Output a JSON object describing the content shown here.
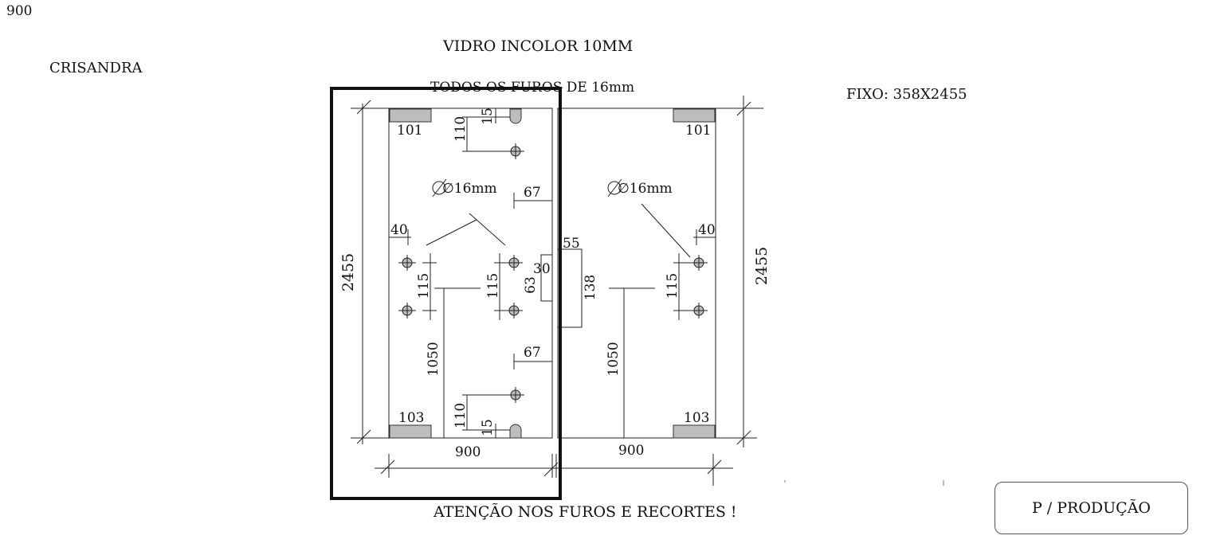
{
  "header": {
    "corner_number": "900",
    "client": "CRISANDRA",
    "glass": "VIDRO INCOLOR 10MM",
    "holes_note": "TODOS OS FUROS DE 16mm",
    "fixed": "FIXO: 358X2455"
  },
  "drawing": {
    "left_panel": {
      "height_label": "2455",
      "width_label": "900",
      "top_pad": "101",
      "bottom_pad": "103",
      "hinge_top_spacing": "110",
      "hinge_top_edge": "15",
      "hinge_bottom_spacing": "110",
      "hinge_bottom_edge": "15",
      "hole_diameter": "∅16mm",
      "offset_67_top": "67",
      "offset_67_bottom": "67",
      "edge_40": "40",
      "handle_spacing_left": "115",
      "handle_spacing_mid": "115",
      "handle_height": "1050",
      "notch_depth": "30",
      "notch_height": "63"
    },
    "center": {
      "notch_width": "55",
      "notch_height": "138"
    },
    "right_panel": {
      "height_label": "2455",
      "width_label": "900",
      "top_pad": "101",
      "bottom_pad": "103",
      "hole_diameter": "∅16mm",
      "edge_40": "40",
      "handle_spacing": "115",
      "handle_height": "1050"
    }
  },
  "footer": {
    "warning": "ATENÇÃO NOS FUROS E RECORTES !",
    "production_button": "P / PRODUÇÃO"
  }
}
